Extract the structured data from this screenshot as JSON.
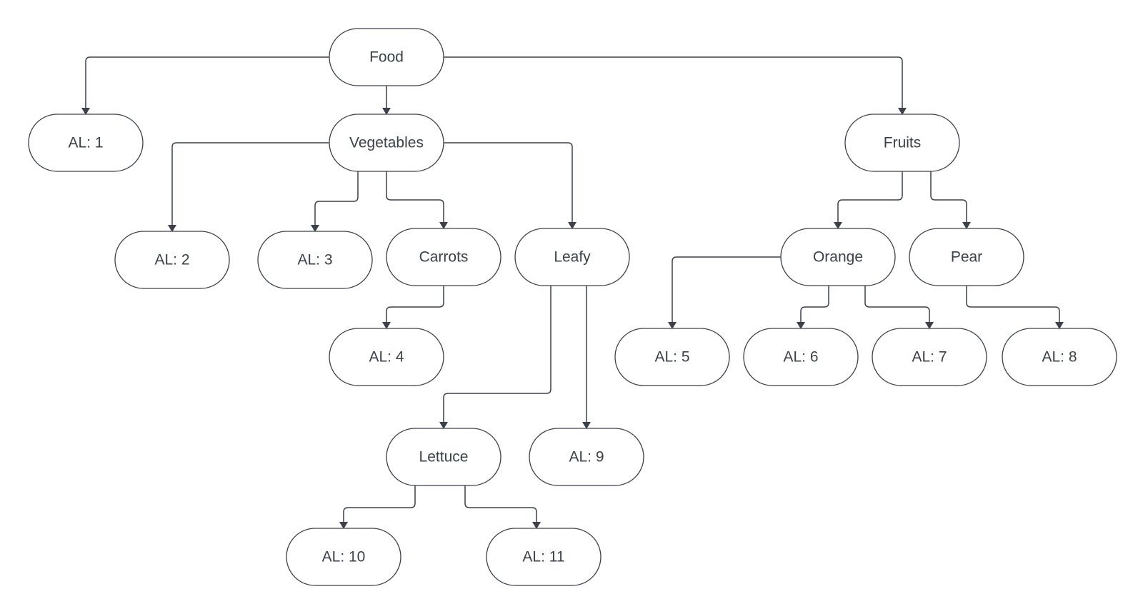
{
  "diagram": {
    "type": "tree",
    "colors": {
      "stroke": "#3a414a",
      "text": "#3a414a",
      "background": "#ffffff",
      "node_fill": "#ffffff"
    },
    "nodes": [
      {
        "id": "food",
        "label": "Food"
      },
      {
        "id": "al1",
        "label": "AL: 1"
      },
      {
        "id": "vegetables",
        "label": "Vegetables"
      },
      {
        "id": "fruits",
        "label": "Fruits"
      },
      {
        "id": "al2",
        "label": "AL: 2"
      },
      {
        "id": "al3",
        "label": "AL: 3"
      },
      {
        "id": "carrots",
        "label": "Carrots"
      },
      {
        "id": "leafy",
        "label": "Leafy"
      },
      {
        "id": "orange",
        "label": "Orange"
      },
      {
        "id": "pear",
        "label": "Pear"
      },
      {
        "id": "al4",
        "label": "AL: 4"
      },
      {
        "id": "al5",
        "label": "AL: 5"
      },
      {
        "id": "al6",
        "label": "AL: 6"
      },
      {
        "id": "al7",
        "label": "AL: 7"
      },
      {
        "id": "al8",
        "label": "AL: 8"
      },
      {
        "id": "lettuce",
        "label": "Lettuce"
      },
      {
        "id": "al9",
        "label": "AL: 9"
      },
      {
        "id": "al10",
        "label": "AL: 10"
      },
      {
        "id": "al11",
        "label": "AL: 11"
      }
    ],
    "edges": [
      {
        "from": "food",
        "to": "al1"
      },
      {
        "from": "food",
        "to": "vegetables"
      },
      {
        "from": "food",
        "to": "fruits"
      },
      {
        "from": "vegetables",
        "to": "al2"
      },
      {
        "from": "vegetables",
        "to": "al3"
      },
      {
        "from": "vegetables",
        "to": "carrots"
      },
      {
        "from": "vegetables",
        "to": "leafy"
      },
      {
        "from": "carrots",
        "to": "al4"
      },
      {
        "from": "leafy",
        "to": "lettuce"
      },
      {
        "from": "leafy",
        "to": "al9"
      },
      {
        "from": "lettuce",
        "to": "al10"
      },
      {
        "from": "lettuce",
        "to": "al11"
      },
      {
        "from": "fruits",
        "to": "orange"
      },
      {
        "from": "fruits",
        "to": "pear"
      },
      {
        "from": "orange",
        "to": "al5"
      },
      {
        "from": "orange",
        "to": "al6"
      },
      {
        "from": "orange",
        "to": "al7"
      },
      {
        "from": "pear",
        "to": "al8"
      }
    ]
  }
}
